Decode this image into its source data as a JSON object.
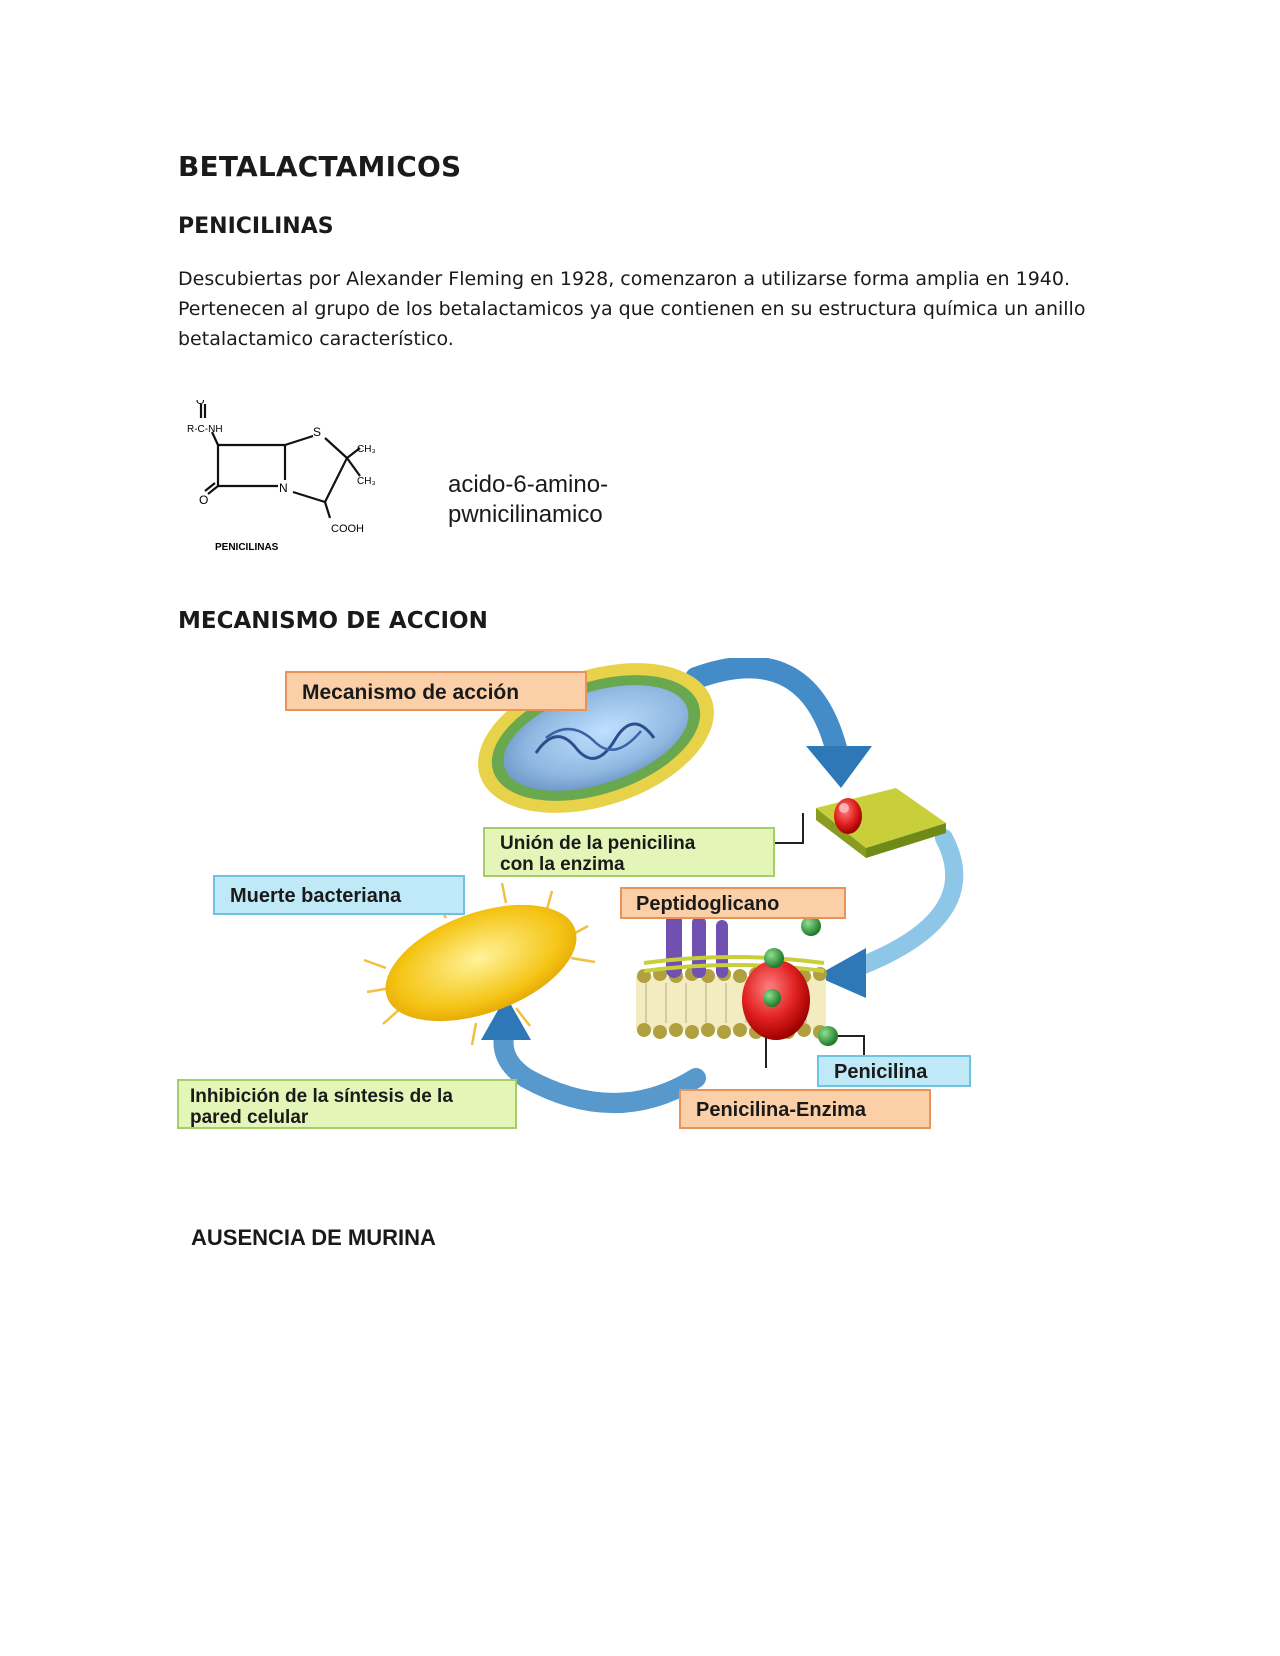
{
  "document": {
    "title": "BETALACTAMICOS",
    "section_penicilinas": "PENICILINAS",
    "paragraph_lines": [
      "Descubiertas por Alexander Fleming en 1928, comenzaron a utilizarse forma amplia en 1940.",
      "Pertenecen al grupo de los betalactamicos ya que contienen en su estructura química un anillo",
      "betalactamico característico."
    ],
    "structure": {
      "caption": "PENICILINAS",
      "atom_labels": {
        "carbonyl_o_top": "O",
        "side_chain": "R-C-NH",
        "sulfur": "S",
        "methyl_1": "CH₃",
        "methyl_2": "CH₃",
        "nitrogen": "N",
        "oxygen": "O",
        "carboxyl": "COOH"
      }
    },
    "acid_name_lines": [
      "acido-6-amino-",
      "pwnicilinamico"
    ],
    "section_mecanismo": "MECANISMO DE ACCION",
    "diagram": {
      "labels": {
        "mecanismo": "Mecanismo de acción",
        "union_line1": "Unión de la penicilina",
        "union_line2": "con la enzima",
        "muerte": "Muerte bacteriana",
        "peptidoglicano": "Peptidoglicano",
        "penicilina": "Penicilina",
        "inhibicion_line1": "Inhibición de la síntesis de la",
        "inhibicion_line2": "pared celular",
        "penicilina_enzima": "Penicilina-Enzima"
      },
      "colors": {
        "orange_box": "#fbd0a8",
        "orange_border": "#e8935a",
        "green_box": "#e4f5b8",
        "green_border": "#a7cc6a",
        "blue_box": "#bfe9f7",
        "blue_border": "#6ec3e0",
        "arrow_blue": "#3a86c4",
        "bacteria_yellow": "#f5c516",
        "enzyme_red": "#e02020",
        "penicillin_green": "#2e9e3a"
      }
    },
    "section_murina": "AUSENCIA DE MURINA"
  }
}
